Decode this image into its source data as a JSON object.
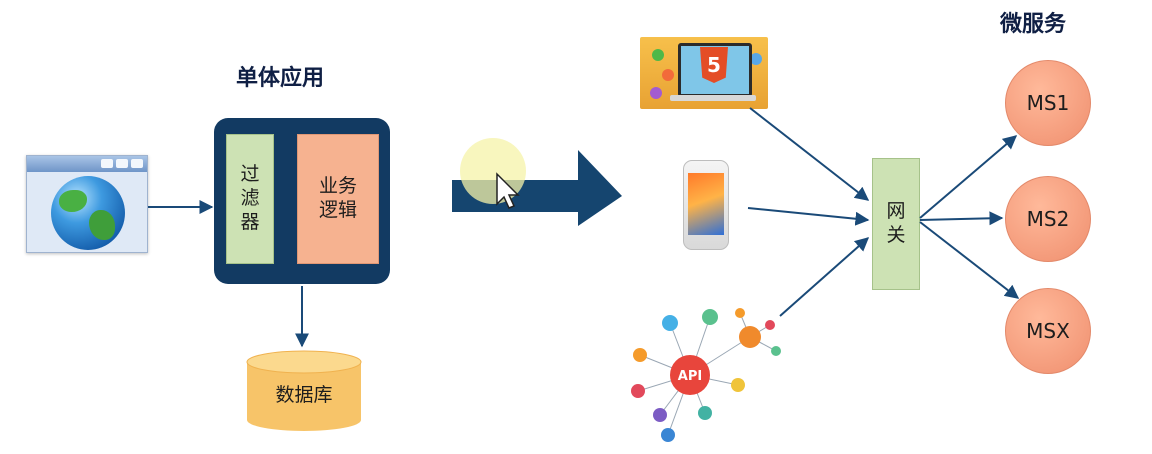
{
  "monolith": {
    "title": "单体应用",
    "filter_label": "过滤器",
    "business_label": "业务逻辑",
    "database_label": "数据库"
  },
  "microservices": {
    "title": "微服务",
    "gateway_label": "网关",
    "services": [
      "MS1",
      "MS2",
      "MSX"
    ]
  },
  "clients": {
    "html5_badge": "5",
    "api_label": "API"
  },
  "colors": {
    "dark_navy": "#123a62",
    "filter_green": "#cde2b4",
    "business_orange": "#f6b290",
    "database_yellow": "#f7c469",
    "service_salmon": "#f49b7b",
    "arrow_blue": "#1a4a78"
  },
  "icons": [
    "browser-globe-icon",
    "html5-laptop-icon",
    "smartphone-icon",
    "api-network-icon",
    "mouse-cursor-icon"
  ]
}
